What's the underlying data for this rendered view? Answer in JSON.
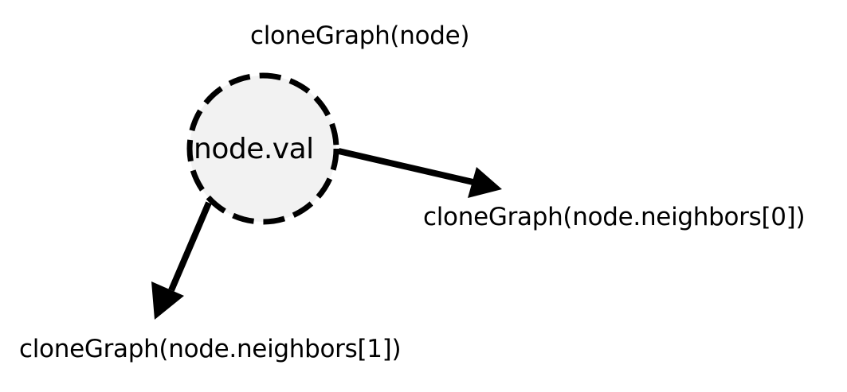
{
  "diagram": {
    "title": "cloneGraph(node)",
    "node": {
      "label": "node.val",
      "fill": "#f2f2f2",
      "border": "dashed",
      "stroke": "#000000"
    },
    "children": [
      {
        "label": "cloneGraph(node.neighbors[0])"
      },
      {
        "label": "cloneGraph(node.neighbors[1])"
      }
    ],
    "edges": [
      {
        "from": "node.val",
        "to": "cloneGraph(node.neighbors[0])"
      },
      {
        "from": "node.val",
        "to": "cloneGraph(node.neighbors[1])"
      }
    ]
  }
}
